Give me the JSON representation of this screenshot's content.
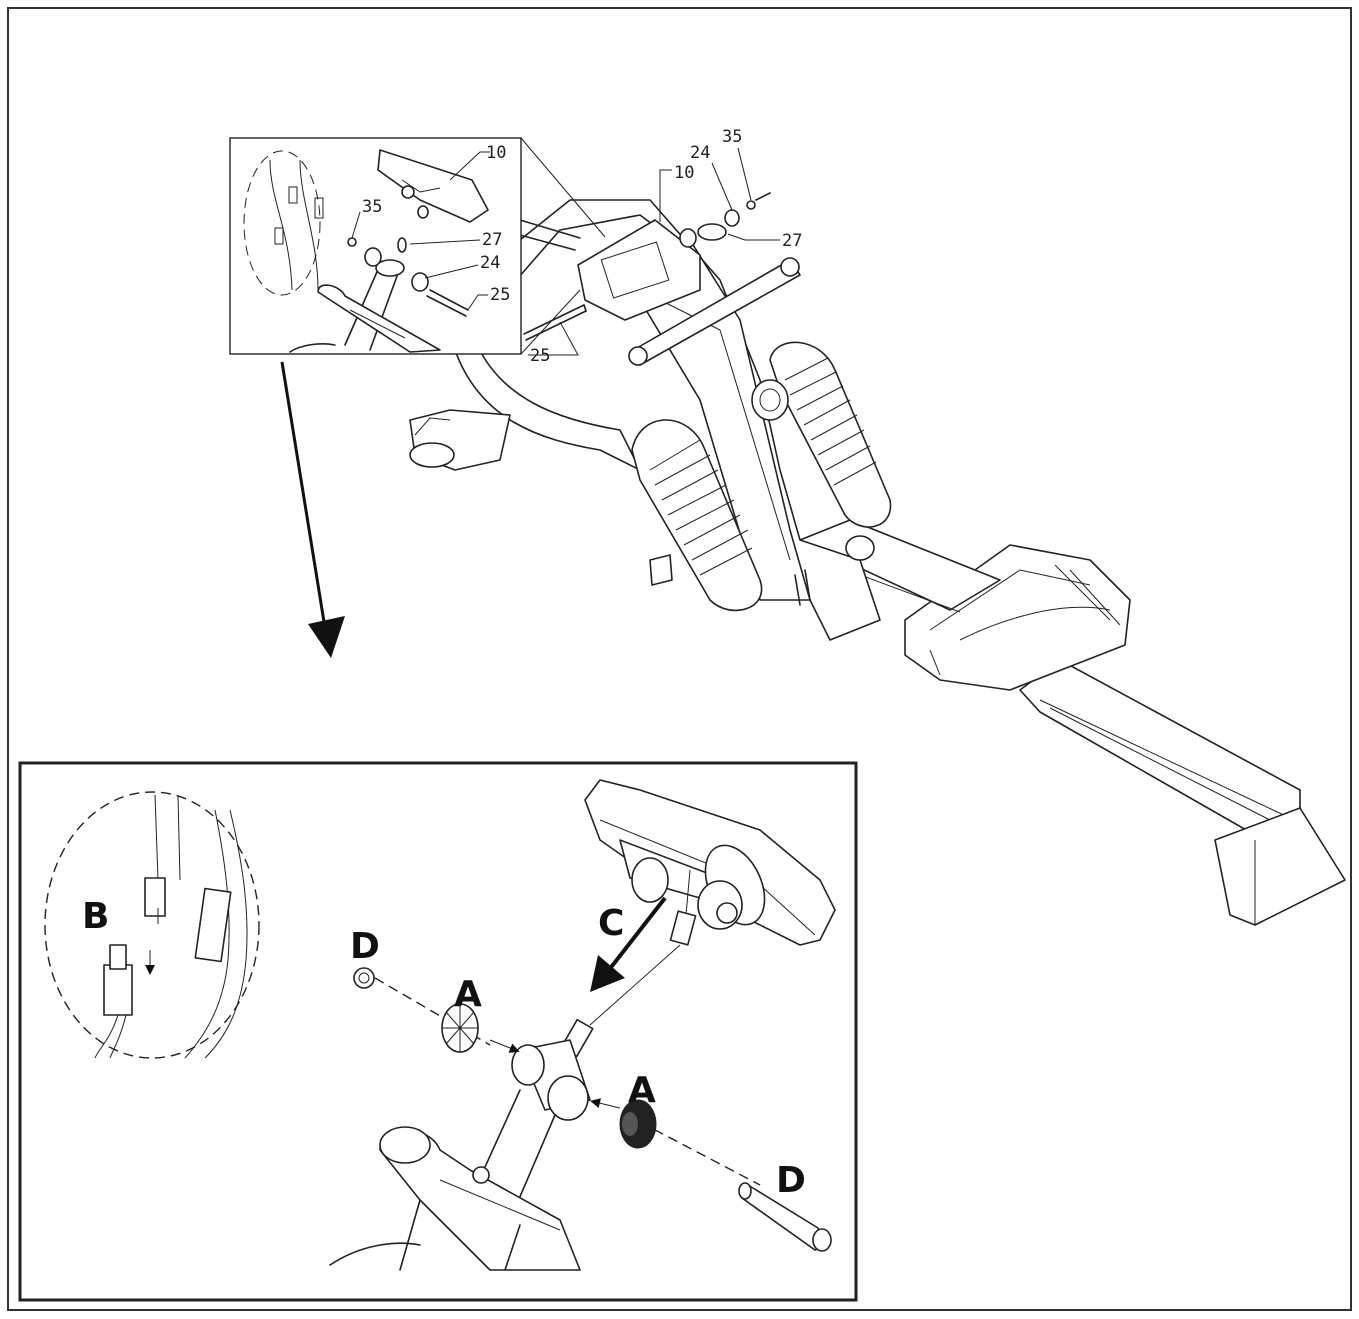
{
  "callouts": {
    "inset_10": "10",
    "inset_35": "35",
    "inset_27": "27",
    "inset_24": "24",
    "inset_25": "25",
    "main_10": "10",
    "main_24": "24",
    "main_35": "35",
    "main_27": "27",
    "main_25": "25"
  },
  "labels": {
    "A_left": "A",
    "A_right": "A",
    "B": "B",
    "C": "C",
    "D_left": "D",
    "D_right": "D"
  }
}
